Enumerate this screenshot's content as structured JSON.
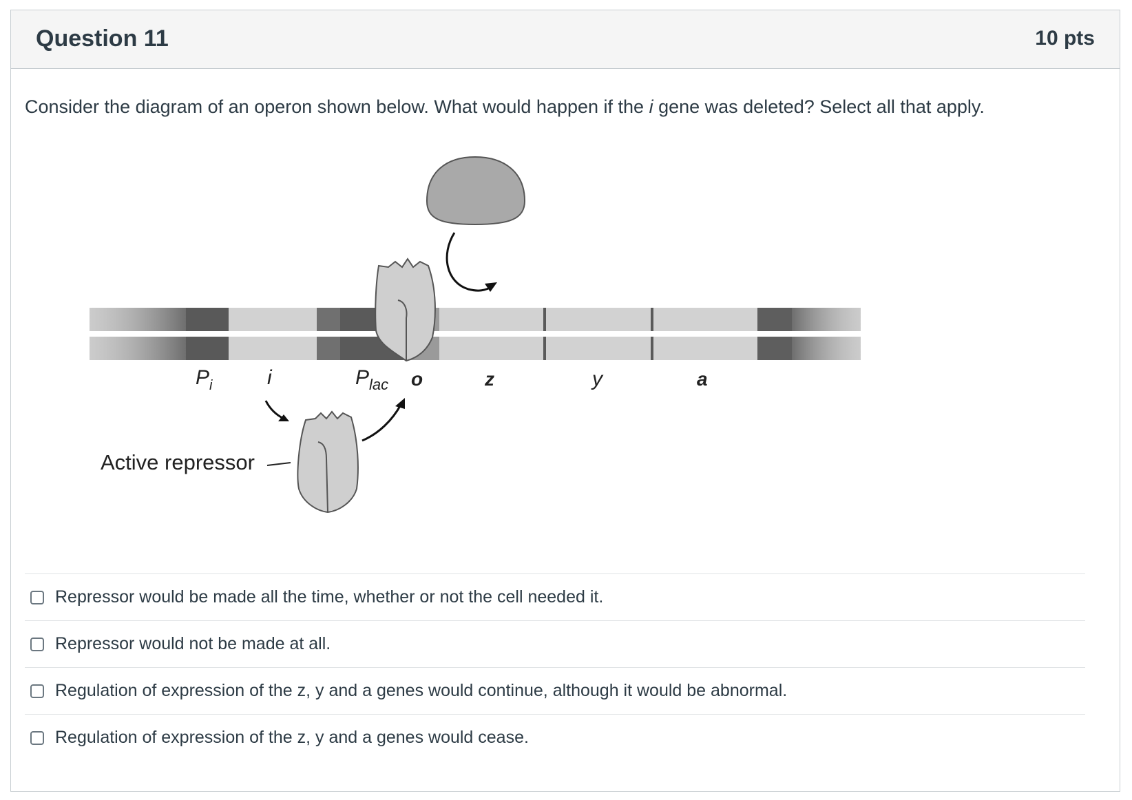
{
  "question": {
    "title": "Question 11",
    "points": "10 pts",
    "prompt_before": "Consider the diagram of an operon shown below. What would happen if the ",
    "prompt_italic": "i",
    "prompt_after": " gene was deleted? Select all that apply."
  },
  "diagram": {
    "gene_labels": {
      "p_i": "P",
      "p_i_sub": "i",
      "i": "i",
      "p_lac": "P",
      "p_lac_sub": "lac",
      "o": "o",
      "z": "z",
      "y": "y",
      "a": "a"
    },
    "repressor_label": "Active repressor"
  },
  "answers": [
    {
      "text": "Repressor would be made all the time, whether or not the cell needed it.",
      "checked": false
    },
    {
      "text": "Repressor would not be made at all.",
      "checked": false
    },
    {
      "text": "Regulation of expression of the z, y and a genes would continue, although it would be abnormal.",
      "checked": false
    },
    {
      "text": "Regulation of expression of the z, y and a genes would cease.",
      "checked": false
    }
  ]
}
